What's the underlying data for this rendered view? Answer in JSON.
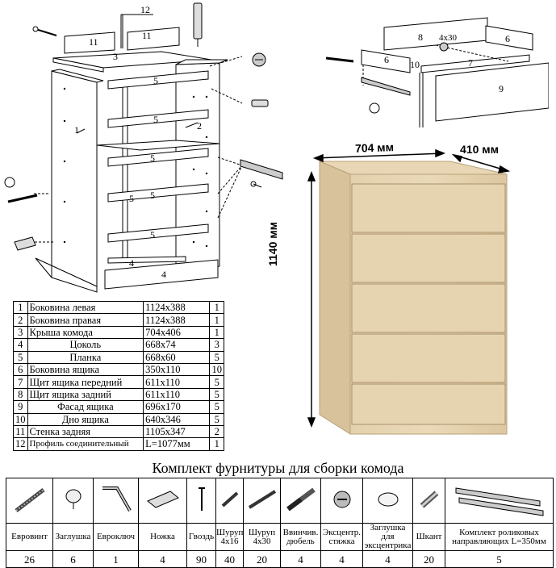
{
  "exploded_labels": {
    "p1": "1",
    "p2": "2",
    "p3": "3",
    "p4a": "4",
    "p4b": "4",
    "p5": [
      "5",
      "5",
      "5",
      "5",
      "5",
      "5"
    ],
    "p11a": "11",
    "p11b": "11",
    "p12": "12"
  },
  "drawer_labels": {
    "p6a": "6",
    "p6b": "6",
    "p7": "7",
    "p8": "8",
    "p9": "9",
    "p10": "10",
    "screw": "4x30"
  },
  "dimensions": {
    "width": "704 мм",
    "depth": "410 мм",
    "height": "1140 мм"
  },
  "parts_table": [
    {
      "n": "1",
      "name": "Боковина левая",
      "size": "1124x388",
      "qty": "1"
    },
    {
      "n": "2",
      "name": "Боковина правая",
      "size": "1124x388",
      "qty": "1"
    },
    {
      "n": "3",
      "name": "Крыша комода",
      "size": "704x406",
      "qty": "1"
    },
    {
      "n": "4",
      "name": "Цоколь",
      "size": "668x74",
      "qty": "3"
    },
    {
      "n": "5",
      "name": "Планка",
      "size": "668x60",
      "qty": "5"
    },
    {
      "n": "6",
      "name": "Боковина ящика",
      "size": "350x110",
      "qty": "10"
    },
    {
      "n": "7",
      "name": "Щит ящика передний",
      "size": "611x110",
      "qty": "5"
    },
    {
      "n": "8",
      "name": "Щит ящика задний",
      "size": "611x110",
      "qty": "5"
    },
    {
      "n": "9",
      "name": "Фасад ящика",
      "size": "696x170",
      "qty": "5"
    },
    {
      "n": "10",
      "name": "Дно ящика",
      "size": "640x346",
      "qty": "5"
    },
    {
      "n": "11",
      "name": "Стенка задняя",
      "size": "1105x347",
      "qty": "2"
    },
    {
      "n": "12",
      "name": "Профиль соединительный",
      "size": "L=1077мм",
      "qty": "1"
    }
  ],
  "fittings_title": "Комплект фурнитуры для сборки комода",
  "fittings": [
    {
      "icon": "euro-screw-icon",
      "label": "Евровинт",
      "qty": "26"
    },
    {
      "icon": "cap-icon",
      "label": "Заглушка",
      "qty": "6"
    },
    {
      "icon": "hex-key-icon",
      "label": "Евроключ",
      "qty": "1"
    },
    {
      "icon": "leg-icon",
      "label": "Ножка",
      "qty": "4"
    },
    {
      "icon": "nail-icon",
      "label": "Гвоздь",
      "qty": "90"
    },
    {
      "icon": "screw-small-icon",
      "label": "Шуруп 4x16",
      "qty": "40"
    },
    {
      "icon": "screw-long-icon",
      "label": "Шуруп 4x30",
      "qty": "20"
    },
    {
      "icon": "dowel-icon",
      "label": "Ввинчив. дюбель",
      "qty": "4"
    },
    {
      "icon": "cam-lock-icon",
      "label": "Эксцентр. стяжка",
      "qty": "4"
    },
    {
      "icon": "cam-cap-icon",
      "label": "Заглушка для эксцентрика",
      "qty": "4"
    },
    {
      "icon": "wood-dowel-icon",
      "label": "Шкант",
      "qty": "20"
    },
    {
      "icon": "drawer-slide-icon",
      "label": "Комплект роликовых направляющих L=350мм",
      "qty": "5"
    }
  ]
}
